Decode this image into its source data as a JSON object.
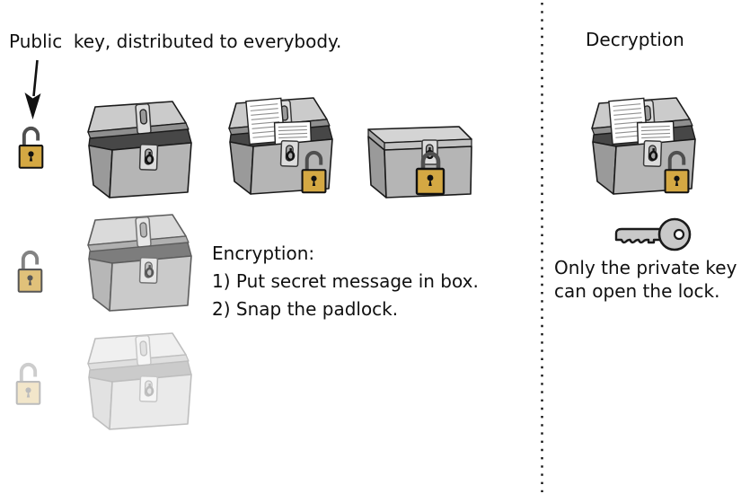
{
  "left_panel": {
    "public_key_caption": "Public  key, distributed to everybody.",
    "encryption": {
      "title": "Encryption:",
      "step1": "1) Put secret message in box.",
      "step2": "2) Snap the padlock."
    }
  },
  "right_panel": {
    "decryption_title": "Decryption",
    "private_key_caption": "Only the private key\ncan open the lock."
  },
  "icons": {
    "public_key_padlock": "open-gold-padlock",
    "open_chest": "open-grey-chest",
    "message_chest": "open-chest-with-secret-papers-and-open-padlock",
    "locked_chest": "closed-chest-with-snapped-padlock",
    "decryption_chest": "open-chest-with-secret-papers-and-open-padlock",
    "private_key": "grey-door-key",
    "arrow": "down-arrow",
    "separator": "vertical-dotted-line"
  },
  "colors": {
    "padlock_gold": "#d4a843",
    "shackle_grey": "#4f4f4f",
    "chest_front": "#b5b5b5",
    "chest_side": "#9a9a9a",
    "chest_lid": "#cbcbcb",
    "chest_interior": "#474747",
    "paper": "#ffffff",
    "outline": "#1a1a1a",
    "text": "#101010"
  },
  "fade": {
    "row2_opacity": 0.7,
    "row3_opacity": 0.28
  }
}
